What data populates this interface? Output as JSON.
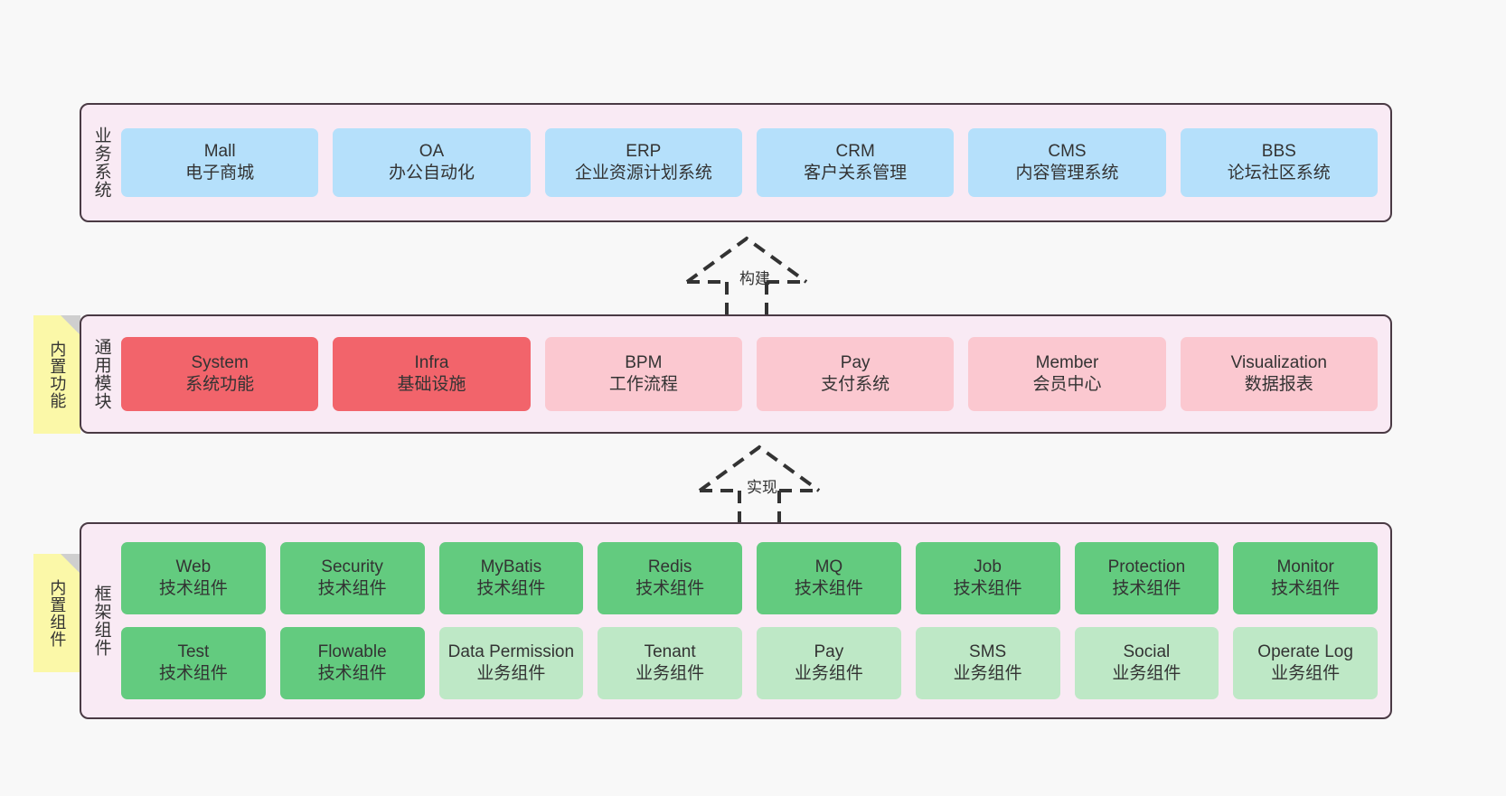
{
  "diagram": {
    "background_color": "#f8f8f8",
    "panel_color": "#f9eaf4",
    "panel_border_color": "#4a3a44",
    "note_color": "#fbf8a8"
  },
  "notes": [
    {
      "id": "builtin-feature",
      "label": "内置功能"
    },
    {
      "id": "builtin-component",
      "label": "内置组件"
    }
  ],
  "connectors": [
    {
      "id": "build",
      "label": "构建",
      "style": "dashed-hollow-arrow-up"
    },
    {
      "id": "impl",
      "label": "实现",
      "style": "dashed-hollow-arrow-up"
    }
  ],
  "layers": [
    {
      "id": "business",
      "title": "业务系统",
      "rows": [
        [
          {
            "name": "Mall",
            "desc": "电子商城",
            "color": "#b5e0fb",
            "kind": "blue"
          },
          {
            "name": "OA",
            "desc": "办公自动化",
            "color": "#b5e0fb",
            "kind": "blue"
          },
          {
            "name": "ERP",
            "desc": "企业资源计划系统",
            "color": "#b5e0fb",
            "kind": "blue"
          },
          {
            "name": "CRM",
            "desc": "客户关系管理",
            "color": "#b5e0fb",
            "kind": "blue"
          },
          {
            "name": "CMS",
            "desc": "内容管理系统",
            "color": "#b5e0fb",
            "kind": "blue"
          },
          {
            "name": "BBS",
            "desc": "论坛社区系统",
            "color": "#b5e0fb",
            "kind": "blue"
          }
        ]
      ]
    },
    {
      "id": "common",
      "title": "通用模块",
      "rows": [
        [
          {
            "name": "System",
            "desc": "系统功能",
            "color": "#f2646b",
            "kind": "red"
          },
          {
            "name": "Infra",
            "desc": "基础设施",
            "color": "#f2646b",
            "kind": "red"
          },
          {
            "name": "BPM",
            "desc": "工作流程",
            "color": "#fbc8d0",
            "kind": "pink"
          },
          {
            "name": "Pay",
            "desc": "支付系统",
            "color": "#fbc8d0",
            "kind": "pink"
          },
          {
            "name": "Member",
            "desc": "会员中心",
            "color": "#fbc8d0",
            "kind": "pink"
          },
          {
            "name": "Visualization",
            "desc": "数据报表",
            "color": "#fbc8d0",
            "kind": "pink"
          }
        ]
      ]
    },
    {
      "id": "framework",
      "title": "框架组件",
      "rows": [
        [
          {
            "name": "Web",
            "desc": "技术组件",
            "color": "#63cb7f",
            "kind": "green"
          },
          {
            "name": "Security",
            "desc": "技术组件",
            "color": "#63cb7f",
            "kind": "green"
          },
          {
            "name": "MyBatis",
            "desc": "技术组件",
            "color": "#63cb7f",
            "kind": "green"
          },
          {
            "name": "Redis",
            "desc": "技术组件",
            "color": "#63cb7f",
            "kind": "green"
          },
          {
            "name": "MQ",
            "desc": "技术组件",
            "color": "#63cb7f",
            "kind": "green"
          },
          {
            "name": "Job",
            "desc": "技术组件",
            "color": "#63cb7f",
            "kind": "green"
          },
          {
            "name": "Protection",
            "desc": "技术组件",
            "color": "#63cb7f",
            "kind": "green"
          },
          {
            "name": "Monitor",
            "desc": "技术组件",
            "color": "#63cb7f",
            "kind": "green"
          }
        ],
        [
          {
            "name": "Test",
            "desc": "技术组件",
            "color": "#63cb7f",
            "kind": "green"
          },
          {
            "name": "Flowable",
            "desc": "技术组件",
            "color": "#63cb7f",
            "kind": "green"
          },
          {
            "name": "Data Permission",
            "desc": "业务组件",
            "color": "#bee8c6",
            "kind": "lgreen"
          },
          {
            "name": "Tenant",
            "desc": "业务组件",
            "color": "#bee8c6",
            "kind": "lgreen"
          },
          {
            "name": "Pay",
            "desc": "业务组件",
            "color": "#bee8c6",
            "kind": "lgreen"
          },
          {
            "name": "SMS",
            "desc": "业务组件",
            "color": "#bee8c6",
            "kind": "lgreen"
          },
          {
            "name": "Social",
            "desc": "业务组件",
            "color": "#bee8c6",
            "kind": "lgreen"
          },
          {
            "name": "Operate Log",
            "desc": "业务组件",
            "color": "#bee8c6",
            "kind": "lgreen"
          }
        ]
      ]
    }
  ]
}
